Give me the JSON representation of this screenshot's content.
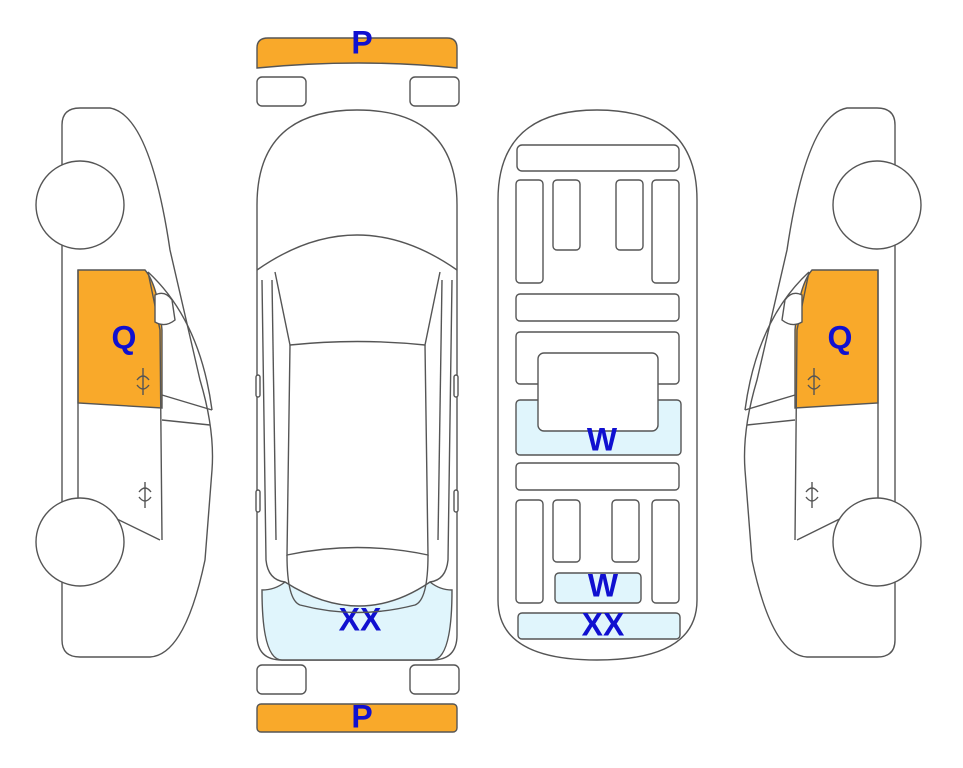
{
  "colors": {
    "painted": "#F9A92A",
    "scratch": "#E0F5FC",
    "label": "#1010D0",
    "outline": "#555555"
  },
  "labels": {
    "front_bumper": "P",
    "rear_bumper": "P",
    "left_front_door": "Q",
    "right_front_door": "Q",
    "top_rear": "XX",
    "bottom_middle": "W",
    "bottom_rear_small": "W",
    "bottom_rear_edge": "XX"
  }
}
